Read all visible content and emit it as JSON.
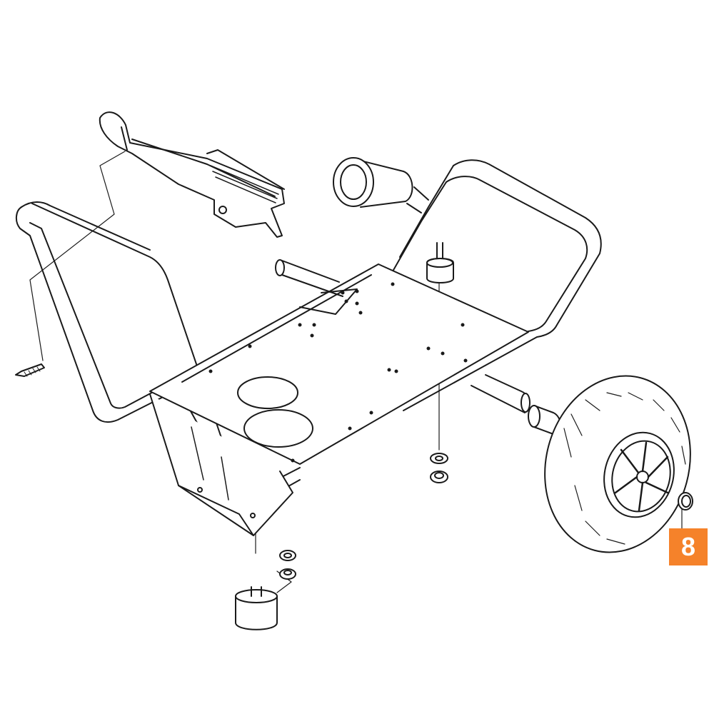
{
  "diagram": {
    "callout": {
      "label": "8",
      "color": "#f5822a"
    },
    "line_color": "#1a1a1a",
    "parts": [
      "push-handle-bar",
      "tube-frame",
      "base-plate",
      "support-bracket",
      "handle-grip",
      "axle",
      "axle-spacer",
      "wheel",
      "wheel-cap",
      "rubber-foot",
      "rubber-foot-front",
      "washers",
      "screw"
    ]
  }
}
